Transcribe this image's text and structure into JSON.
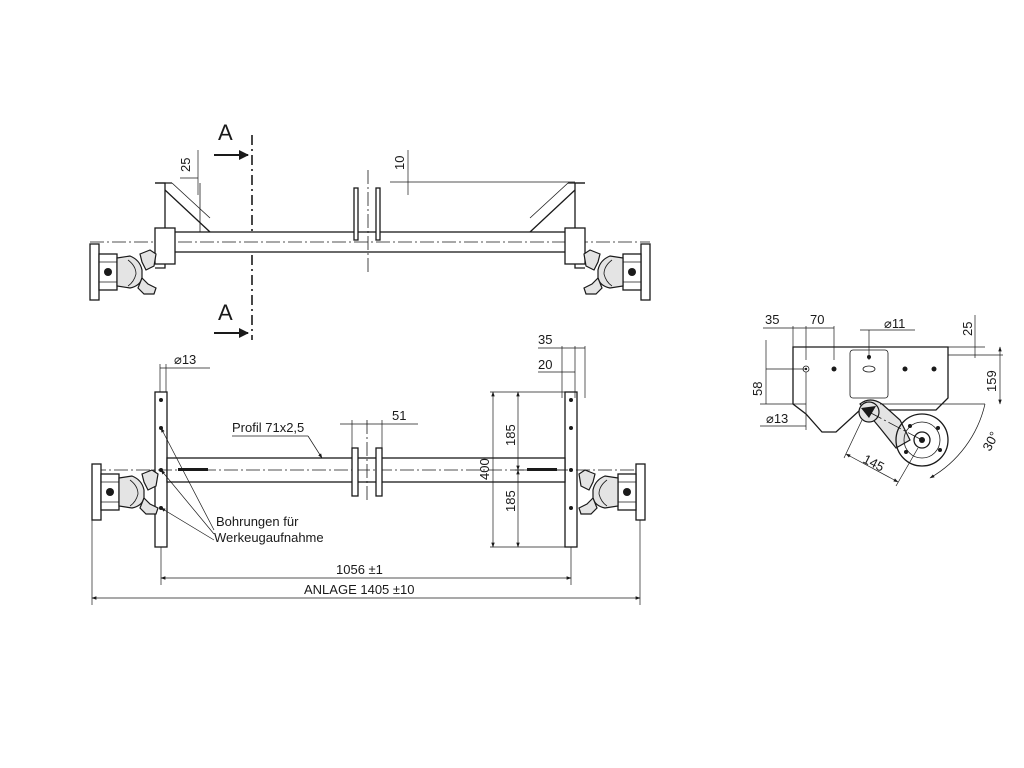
{
  "section_marker": "A",
  "top_view": {
    "dim_left_bracket": "25",
    "dim_center": "10"
  },
  "front_view": {
    "dim_hole_dia": "⌀13",
    "dim_right_35": "35",
    "dim_right_20": "20",
    "dim_center_51": "51",
    "profile_label": "Profil 71x2,5",
    "dim_upper_185": "185",
    "dim_lower_185": "185",
    "dim_total_400": "400",
    "holes_label_line1": "Bohrungen für",
    "holes_label_line2": "Werkeugaufnahme",
    "dim_1056": "1056 ±1",
    "dim_anlage": "ANLAGE 1405 ±10"
  },
  "side_view": {
    "dim_35": "35",
    "dim_70": "70",
    "dim_hole_11": "⌀11",
    "dim_25": "25",
    "dim_58": "58",
    "dim_159": "159",
    "dim_hole_13": "⌀13",
    "dim_145": "145",
    "dim_angle": "30°"
  }
}
